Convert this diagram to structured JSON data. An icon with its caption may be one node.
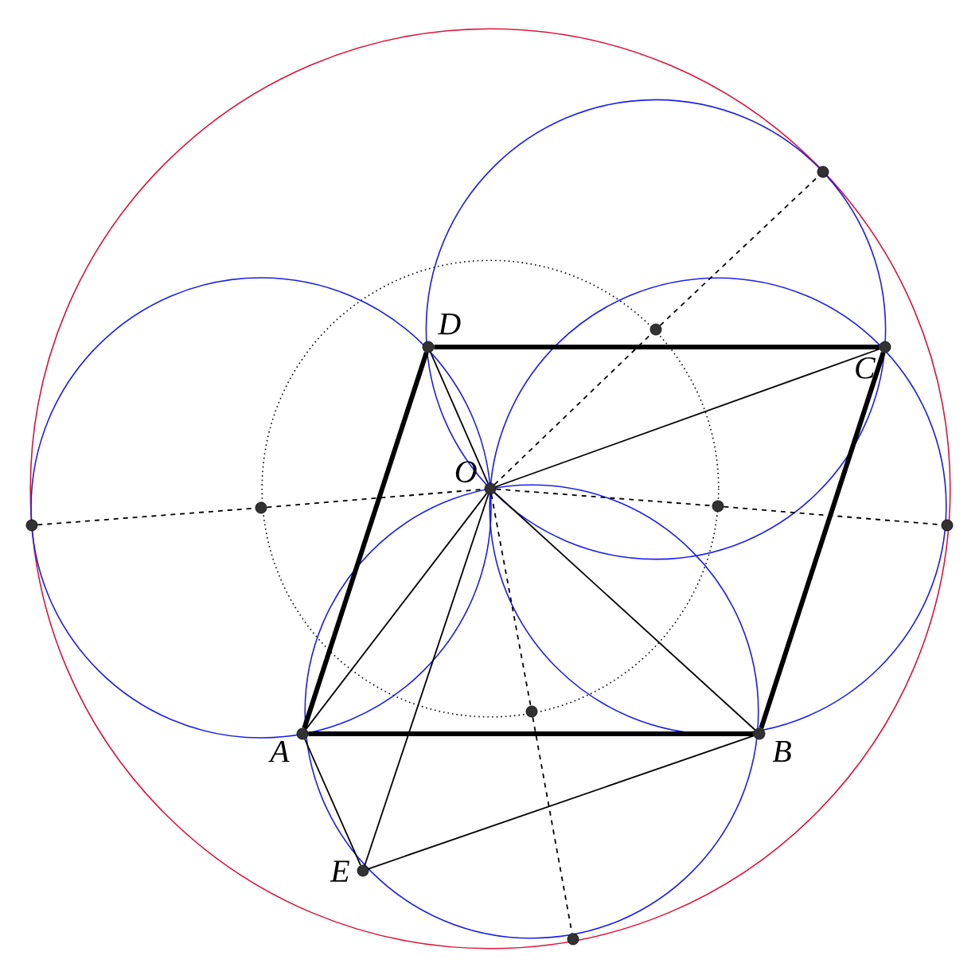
{
  "diagram": {
    "nodes": [
      {
        "text": [
          "A"
        ]
      },
      {
        "text": [
          "B"
        ]
      },
      {
        "text": [
          "C"
        ]
      },
      {
        "text": [
          "D"
        ]
      },
      {
        "text": [
          "O"
        ]
      },
      {
        "text": [
          "E"
        ]
      },
      {
        "text": [],
        "shape": "circle"
      },
      {
        "text": [],
        "shape": "circle"
      },
      {
        "text": [],
        "shape": "circle"
      },
      {
        "text": [],
        "shape": "circle"
      },
      {
        "text": [],
        "shape": "circle"
      },
      {
        "text": [],
        "shape": "circle"
      },
      {
        "text": [],
        "shape": "circle"
      },
      {
        "text": [],
        "shape": "circle"
      }
    ],
    "edges": [
      {
        "from": 0,
        "to": 1,
        "arrow": "none",
        "style": "thick"
      },
      {
        "from": 1,
        "to": 2,
        "arrow": "none",
        "style": "thick"
      },
      {
        "from": 2,
        "to": 3,
        "arrow": "none",
        "style": "thick"
      },
      {
        "from": 3,
        "to": 0,
        "arrow": "none",
        "style": "thick"
      },
      {
        "from": 4,
        "to": 0,
        "arrow": "none"
      },
      {
        "from": 4,
        "to": 1,
        "arrow": "none"
      },
      {
        "from": 4,
        "to": 2,
        "arrow": "none"
      },
      {
        "from": 4,
        "to": 3,
        "arrow": "none"
      },
      {
        "from": 4,
        "to": 5,
        "arrow": "none"
      },
      {
        "from": 0,
        "to": 5,
        "arrow": "none"
      },
      {
        "from": 5,
        "to": 1,
        "arrow": "none"
      },
      {
        "from": 6,
        "to": 7,
        "arrow": "none",
        "style": "dashed"
      },
      {
        "from": 7,
        "to": 4,
        "arrow": "none",
        "style": "dashed"
      },
      {
        "from": 4,
        "to": 9,
        "arrow": "none",
        "style": "dashed"
      },
      {
        "from": 9,
        "to": 8,
        "arrow": "none",
        "style": "dashed"
      },
      {
        "from": 4,
        "to": 10,
        "arrow": "none",
        "style": "dashed"
      },
      {
        "from": 10,
        "to": 11,
        "arrow": "none",
        "style": "dashed"
      },
      {
        "from": 4,
        "to": 12,
        "arrow": "none",
        "style": "dashed"
      },
      {
        "from": 12,
        "to": 13,
        "arrow": "none",
        "style": "dashed"
      }
    ]
  }
}
